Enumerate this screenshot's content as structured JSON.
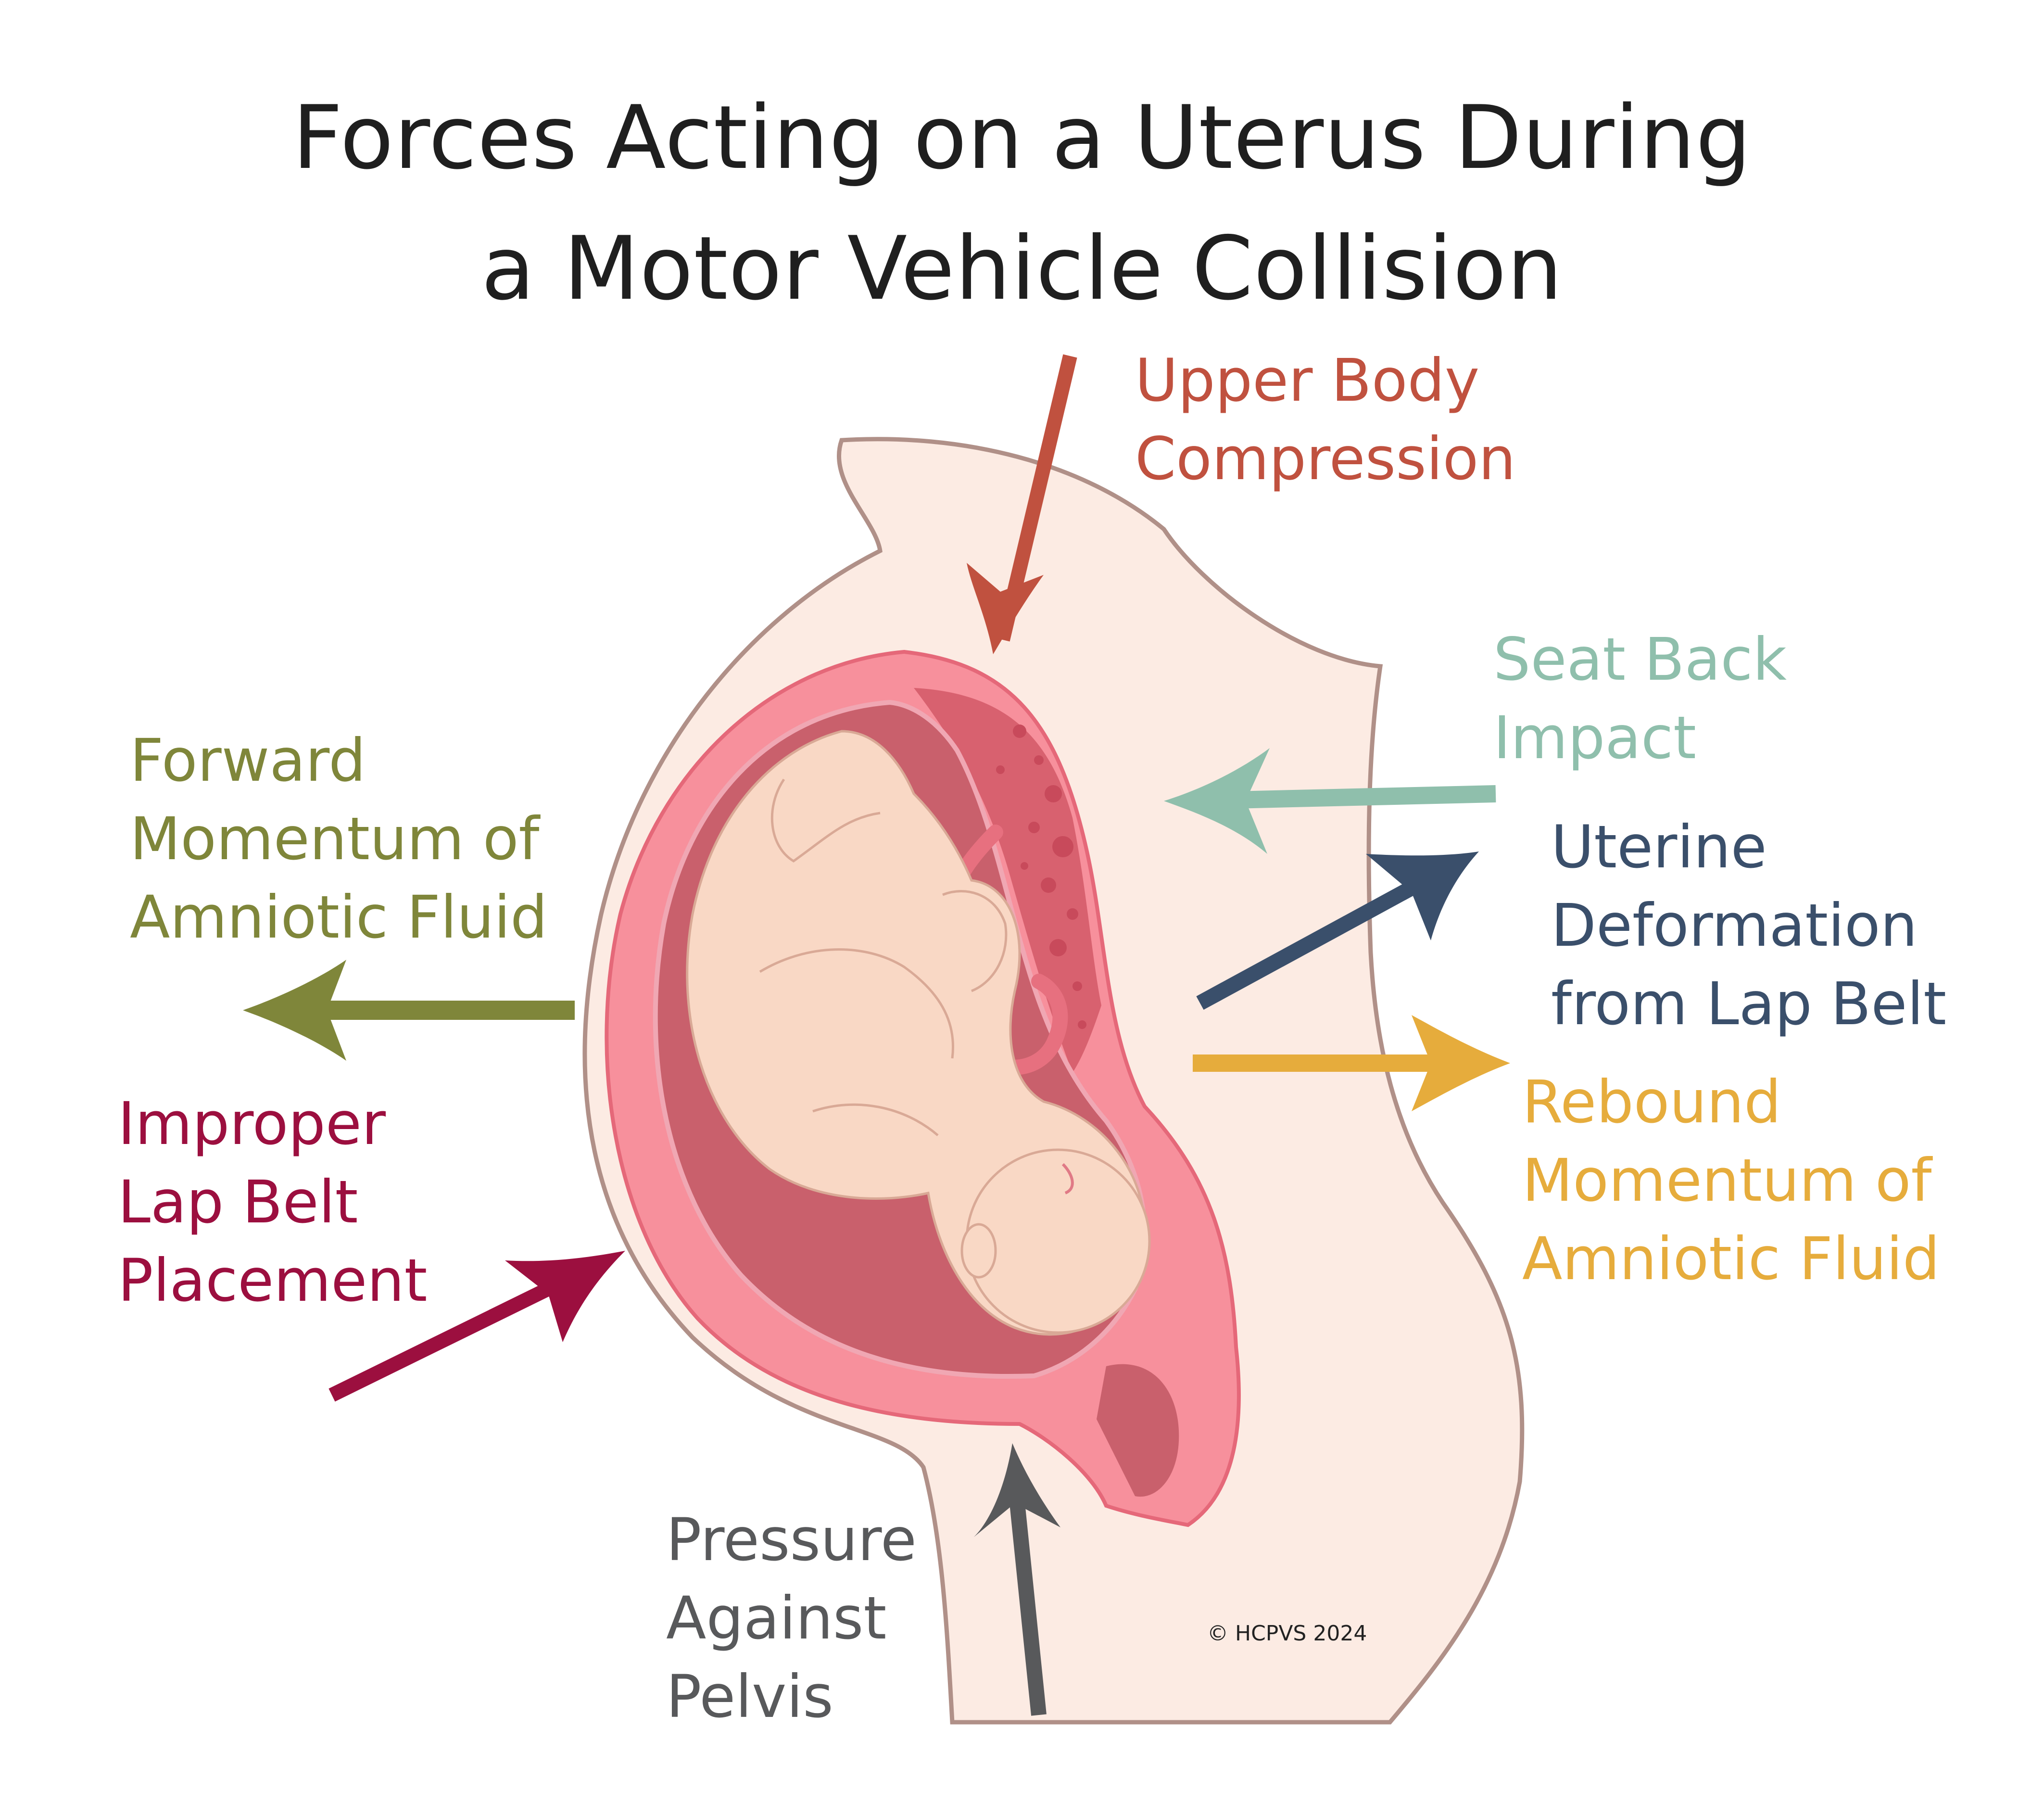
{
  "title": {
    "line1": "Forces Acting on a Uterus During",
    "line2": "a Motor Vehicle Collision"
  },
  "colors": {
    "upper_body": "#c0513f",
    "seat_back": "#8fbfac",
    "uterine_deformation": "#3a4f6b",
    "rebound": "#e6ac3c",
    "forward": "#7f863a",
    "improper": "#9c0f3f",
    "pelvis": "#58595b",
    "body_fill": "#fcebe3",
    "body_outline": "#b09088",
    "uterus_wall": "#f7909c",
    "uterus_cavity": "#c9606c",
    "fetus": "#f9d8c5"
  },
  "labels": {
    "upper_body": {
      "line1": "Upper Body",
      "line2": "Compression"
    },
    "seat_back": {
      "line1": "Seat Back",
      "line2": "Impact"
    },
    "uterine_deformation": {
      "line1": "Uterine",
      "line2": "Deformation",
      "line3": "from Lap Belt"
    },
    "rebound": {
      "line1": "Rebound",
      "line2": "Momentum of",
      "line3": "Amniotic Fluid"
    },
    "forward": {
      "line1": "Forward",
      "line2": "Momentum of",
      "line3": "Amniotic Fluid"
    },
    "improper": {
      "line1": "Improper",
      "line2": "Lap Belt",
      "line3": "Placement"
    },
    "pelvis": {
      "line1": "Pressure",
      "line2": "Against",
      "line3": "Pelvis"
    }
  },
  "copyright": "© HCPVS 2024"
}
